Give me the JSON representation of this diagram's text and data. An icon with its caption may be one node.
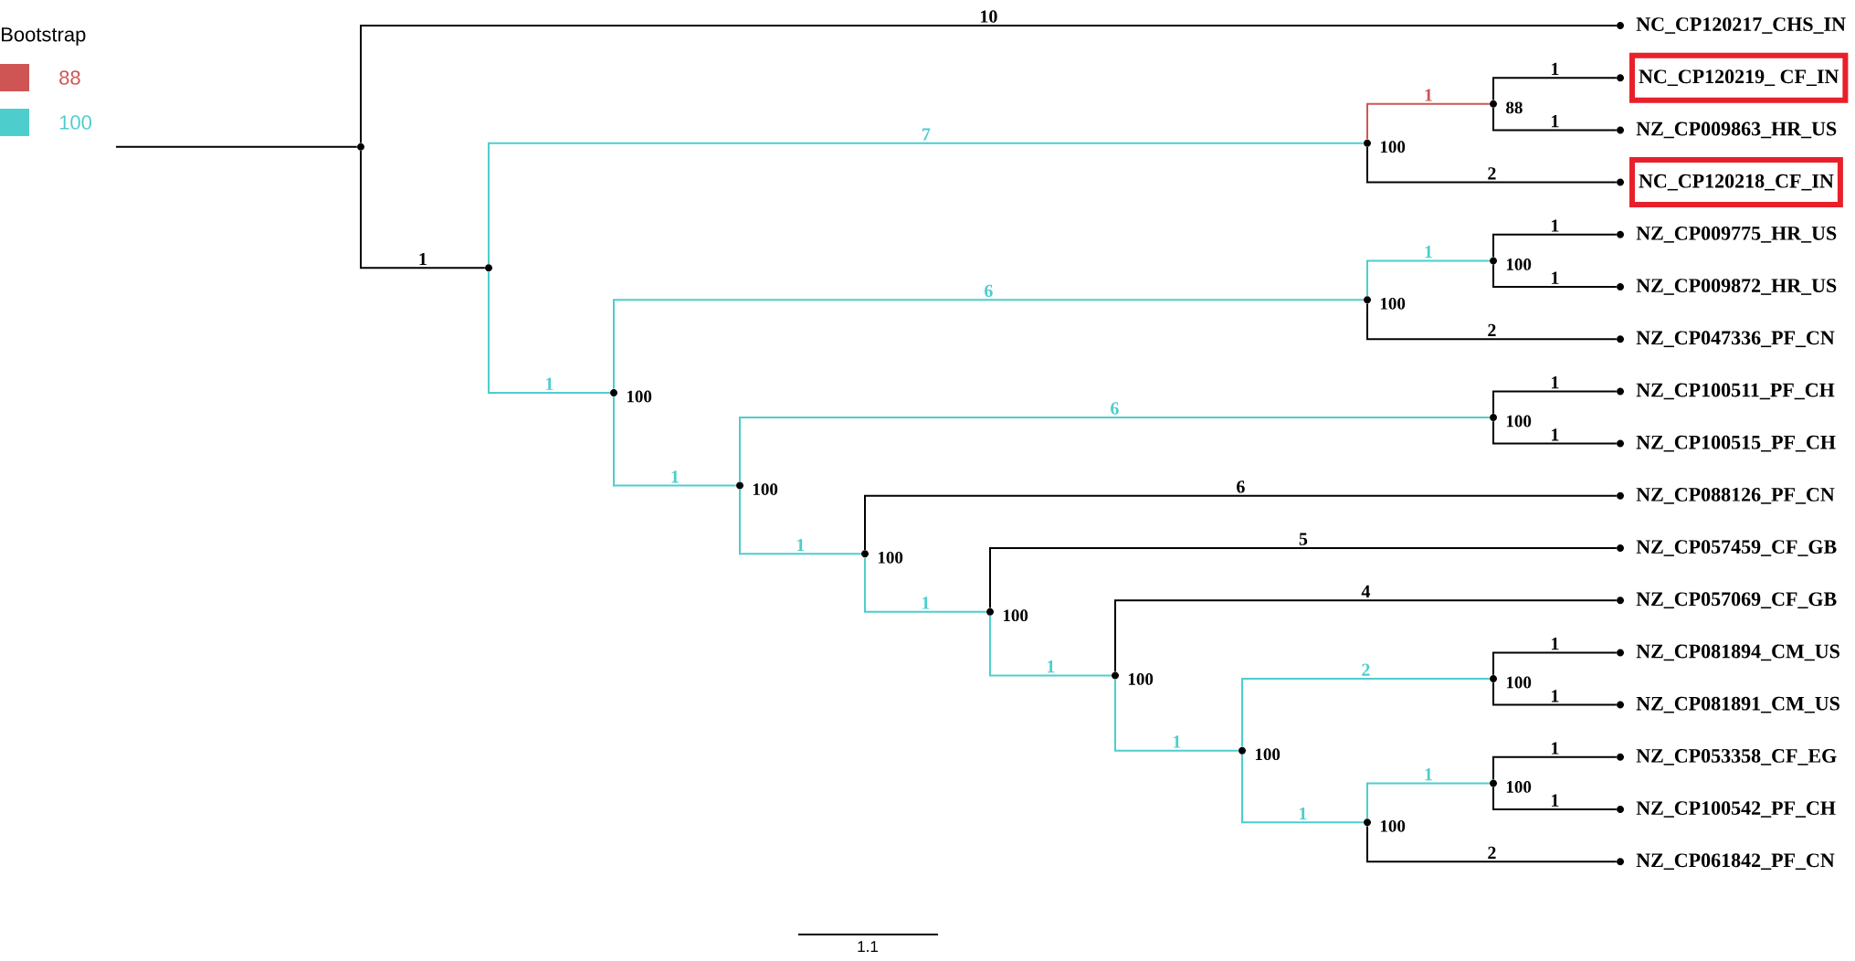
{
  "diagram": {
    "nodes": [
      {
        "text": [
          "NC_CP120217_CHS_IN"
        ]
      },
      {
        "text": [
          "NC_CP120219_ CF_IN"
        ]
      },
      {
        "text": [
          "NZ_CP009863_HR_US"
        ]
      },
      {
        "text": [
          "NC_CP120218_CF_IN"
        ]
      },
      {
        "text": [
          "NZ_CP009775_HR_US"
        ]
      },
      {
        "text": [
          "NZ_CP009872_HR_US"
        ]
      },
      {
        "text": [
          "NZ_CP047336_PF_CN"
        ]
      },
      {
        "text": [
          "NZ_CP100511_PF_CH"
        ]
      },
      {
        "text": [
          "NZ_CP100515_PF_CH"
        ]
      },
      {
        "text": [
          "NZ_CP088126_PF_CN"
        ]
      },
      {
        "text": [
          "NZ_CP057459_CF_GB"
        ]
      },
      {
        "text": [
          "NZ_CP057069_CF_GB"
        ]
      },
      {
        "text": [
          "NZ_CP081894_CM_US"
        ]
      },
      {
        "text": [
          "NZ_CP081891_CM_US"
        ]
      },
      {
        "text": [
          "NZ_CP053358_CF_EG"
        ]
      },
      {
        "text": [
          "NZ_CP100542_PF_CH"
        ]
      },
      {
        "text": [
          "NZ_CP061842_PF_CN"
        ]
      },
      {
        "text": [],
        "shape": "circle"
      },
      {
        "text": [],
        "shape": "circle"
      },
      {
        "text": [],
        "shape": "circle",
        "beside": [
          "100"
        ]
      },
      {
        "text": [],
        "shape": "circle",
        "beside": [
          "100"
        ]
      },
      {
        "text": [],
        "shape": "circle",
        "beside": [
          "100"
        ]
      },
      {
        "text": [],
        "shape": "circle",
        "beside": [
          "100"
        ]
      },
      {
        "text": [],
        "shape": "circle",
        "beside": [
          "100"
        ]
      },
      {
        "text": [],
        "shape": "circle",
        "beside": [
          "100"
        ]
      },
      {
        "text": [],
        "shape": "circle",
        "beside": [
          "100"
        ]
      },
      {
        "text": [],
        "shape": "circle",
        "beside": [
          "100"
        ]
      },
      {
        "text": [],
        "shape": "circle",
        "beside": [
          "100"
        ]
      },
      {
        "text": [],
        "shape": "circle",
        "beside": [
          "88"
        ]
      },
      {
        "text": [],
        "shape": "circle",
        "beside": [
          "100"
        ]
      },
      {
        "text": [],
        "shape": "circle",
        "beside": [
          "100"
        ]
      },
      {
        "text": [],
        "shape": "circle",
        "beside": [
          "100"
        ]
      },
      {
        "text": [],
        "shape": "circle",
        "beside": [
          "100"
        ]
      },
      {
        "text": [],
        "shape": "circle"
      },
      {
        "text": [],
        "shape": "circle"
      },
      {
        "text": [],
        "shape": "circle"
      },
      {
        "text": [],
        "shape": "circle"
      },
      {
        "text": [],
        "shape": "circle"
      },
      {
        "text": [],
        "shape": "circle"
      },
      {
        "text": [],
        "shape": "circle"
      },
      {
        "text": [],
        "shape": "circle"
      },
      {
        "text": [],
        "shape": "circle"
      },
      {
        "text": [],
        "shape": "circle"
      },
      {
        "text": [],
        "shape": "circle"
      },
      {
        "text": [],
        "shape": "circle"
      },
      {
        "text": [],
        "shape": "circle"
      },
      {
        "text": [],
        "shape": "circle"
      },
      {
        "text": [],
        "shape": "circle"
      },
      {
        "text": [],
        "shape": "circle"
      },
      {
        "text": [],
        "shape": "circle"
      }
    ],
    "edges": [
      {
        "from": null,
        "to": 17,
        "arrow": "none"
      },
      {
        "from": 17,
        "to": 33,
        "arrow": "none",
        "label": "10"
      },
      {
        "from": 17,
        "to": 18,
        "arrow": "none",
        "label": "1"
      },
      {
        "from": 18,
        "to": 25,
        "arrow": "none",
        "label": "7",
        "color": "#4ecdcd"
      },
      {
        "from": 18,
        "to": 19,
        "arrow": "none",
        "label": "1",
        "color": "#4ecdcd"
      },
      {
        "from": 25,
        "to": 28,
        "arrow": "none",
        "label": "1",
        "color": "#cf5555"
      },
      {
        "from": 25,
        "to": 36,
        "arrow": "none",
        "label": "2"
      },
      {
        "from": 28,
        "to": 34,
        "arrow": "none",
        "label": "1"
      },
      {
        "from": 28,
        "to": 35,
        "arrow": "none",
        "label": "1"
      },
      {
        "from": 19,
        "to": 26,
        "arrow": "none",
        "label": "6",
        "color": "#4ecdcd"
      },
      {
        "from": 19,
        "to": 20,
        "arrow": "none",
        "label": "1",
        "color": "#4ecdcd"
      },
      {
        "from": 26,
        "to": 29,
        "arrow": "none",
        "label": "1",
        "color": "#4ecdcd"
      },
      {
        "from": 26,
        "to": 39,
        "arrow": "none",
        "label": "2"
      },
      {
        "from": 29,
        "to": 37,
        "arrow": "none",
        "label": "1"
      },
      {
        "from": 29,
        "to": 38,
        "arrow": "none",
        "label": "1"
      },
      {
        "from": 20,
        "to": 30,
        "arrow": "none",
        "label": "6",
        "color": "#4ecdcd"
      },
      {
        "from": 20,
        "to": 21,
        "arrow": "none",
        "label": "1",
        "color": "#4ecdcd"
      },
      {
        "from": 30,
        "to": 40,
        "arrow": "none",
        "label": "1"
      },
      {
        "from": 30,
        "to": 41,
        "arrow": "none",
        "label": "1"
      },
      {
        "from": 21,
        "to": 42,
        "arrow": "none",
        "label": "6"
      },
      {
        "from": 21,
        "to": 22,
        "arrow": "none",
        "label": "1",
        "color": "#4ecdcd"
      },
      {
        "from": 22,
        "to": 43,
        "arrow": "none",
        "label": "5"
      },
      {
        "from": 22,
        "to": 23,
        "arrow": "none",
        "label": "1",
        "color": "#4ecdcd"
      },
      {
        "from": 23,
        "to": 44,
        "arrow": "none",
        "label": "4"
      },
      {
        "from": 23,
        "to": 24,
        "arrow": "none",
        "label": "1",
        "color": "#4ecdcd"
      },
      {
        "from": 24,
        "to": 31,
        "arrow": "none",
        "label": "2",
        "color": "#4ecdcd"
      },
      {
        "from": 24,
        "to": 27,
        "arrow": "none",
        "label": "1",
        "color": "#4ecdcd"
      },
      {
        "from": 31,
        "to": 45,
        "arrow": "none",
        "label": "1"
      },
      {
        "from": 31,
        "to": 46,
        "arrow": "none",
        "label": "1"
      },
      {
        "from": 27,
        "to": 32,
        "arrow": "none",
        "label": "1",
        "color": "#4ecdcd"
      },
      {
        "from": 27,
        "to": 49,
        "arrow": "none",
        "label": "2"
      },
      {
        "from": 32,
        "to": 47,
        "arrow": "none",
        "label": "1"
      },
      {
        "from": 32,
        "to": 48,
        "arrow": "none",
        "label": "1"
      }
    ],
    "labels": [
      "Bootstrap",
      "1.1"
    ],
    "legend": [
      {
        "text": "88",
        "color": "#cf5555"
      },
      {
        "text": "100",
        "color": "#4ecdcd"
      }
    ]
  }
}
